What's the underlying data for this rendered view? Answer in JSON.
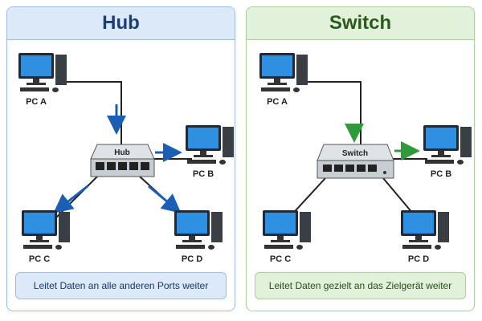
{
  "hub": {
    "title": "Hub",
    "device_label": "Hub",
    "pcs": [
      "PC A",
      "PC B",
      "PC C",
      "PC D"
    ],
    "caption": "Leitet Daten an alle anderen Ports weiter",
    "arrow_color": "#1b5fb5"
  },
  "switch": {
    "title": "Switch",
    "device_label": "Switch",
    "pcs": [
      "PC A",
      "PC B",
      "PC C",
      "PC D"
    ],
    "caption": "Leitet Daten gezielt an das Zielgerät weiter",
    "arrow_color": "#2f9a3a"
  },
  "colors": {
    "hub_accent": "#1d3f78",
    "switch_accent": "#2c5a1e",
    "screen": "#2f8fe0",
    "device_body": "#c8cdd3"
  }
}
